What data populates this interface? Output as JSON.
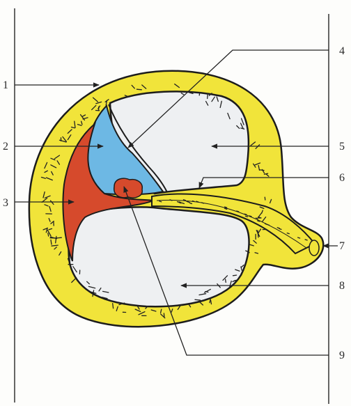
{
  "diagram": {
    "labels": [
      "1",
      "2",
      "3",
      "4",
      "5",
      "6",
      "7",
      "8",
      "9"
    ]
  },
  "colors": {
    "yellow_wall": "#f1e43a",
    "speckle": "#222222",
    "outline": "#1c1c1c",
    "blue_region": "#6db8e4",
    "red_region": "#d64a2c",
    "cavity": "#eef0f2",
    "background": "#fdfdfb"
  }
}
